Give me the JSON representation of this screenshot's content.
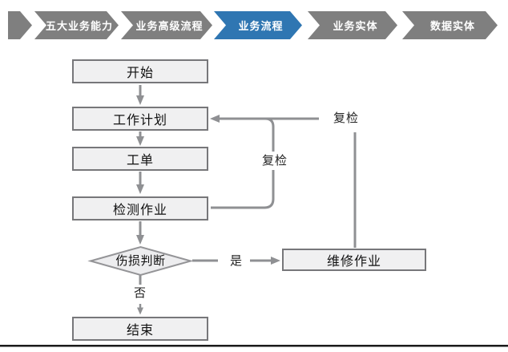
{
  "banner": {
    "items": [
      {
        "label": "五大业务能力",
        "active": false
      },
      {
        "label": "业务高级流程",
        "active": false
      },
      {
        "label": "业务流程",
        "active": true
      },
      {
        "label": "业务实体",
        "active": false
      },
      {
        "label": "数据实体",
        "active": false
      }
    ],
    "active_color": "#2f76b2",
    "inactive_color": "#7f7f7f",
    "text_color": "#ffffff"
  },
  "flowchart": {
    "nodes": {
      "start": "开始",
      "plan": "工作计划",
      "order": "工单",
      "inspect": "检测作业",
      "decision": "伤损判断",
      "repair": "维修作业",
      "end": "结束"
    },
    "labels": {
      "yes": "是",
      "no": "否",
      "recheck_inner": "复检",
      "recheck_outer": "复检"
    },
    "colors": {
      "box_fill": "#f0f0f1",
      "box_border": "#77777a",
      "connector": "#8f9093",
      "text": "#111111"
    }
  }
}
